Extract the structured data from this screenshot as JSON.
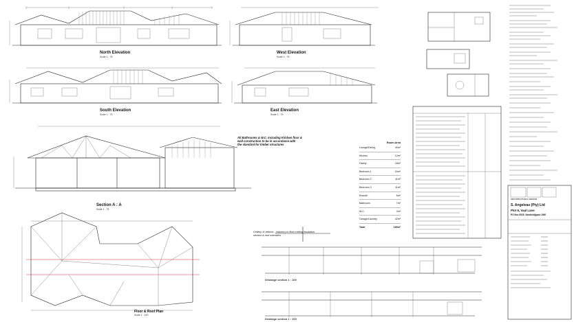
{
  "views": {
    "north_elevation": {
      "title": "North Elevation",
      "scale": "Scale 1 : 75"
    },
    "west_elevation": {
      "title": "West Elevation",
      "scale": "Scale 1 : 75"
    },
    "south_elevation": {
      "title": "South Elevation",
      "scale": "Scale 1 : 75"
    },
    "east_elevation": {
      "title": "East Elevation",
      "scale": "Scale 1 : 75"
    },
    "section_aa": {
      "title": "Section A : A",
      "scale": "Scale 1 : 75"
    },
    "floor_roof_plan": {
      "title": "Floor & Roof Plan",
      "scale": "Scale 1 : 100"
    },
    "drainage_1": {
      "title": "Drainage section 1 : 100"
    },
    "drainage_2": {
      "title": "Drainage section 1 : 100"
    }
  },
  "section_note": "All Bathrooms & W.C. including Kitchen floor &\nwall construction to be in accordance with\nthe standard for timber structures",
  "ceiling_note": "Ceiling ‘A’ returns - masonry to floor ceiling insulation\nsection & roof members",
  "room_table": {
    "header": "Room Area",
    "rows": [
      [
        "Lounge/Dining",
        "40m²"
      ],
      [
        "Kitchen",
        "12m²"
      ],
      [
        "Family",
        "18m²"
      ],
      [
        "Bedroom 1",
        "16m²"
      ],
      [
        "Bedroom 2",
        "11m²"
      ],
      [
        "Bedroom 3",
        "11m²"
      ],
      [
        "Ensuite",
        "6m²"
      ],
      [
        "Bathroom",
        "7m²"
      ],
      [
        "W.C.",
        "2m²"
      ],
      [
        "Garage/Laundry",
        "42m²"
      ],
      [
        "Total",
        "165m²"
      ]
    ]
  },
  "title_block": {
    "company": "S. Angeleas (Pty) Ltd",
    "address_1": "Plot 6, Vaal Lane",
    "address_2": "PO Box 5525, Vanderbijlpark 1900",
    "logo_caption": "ARCHITECTURAL DESIGN"
  }
}
